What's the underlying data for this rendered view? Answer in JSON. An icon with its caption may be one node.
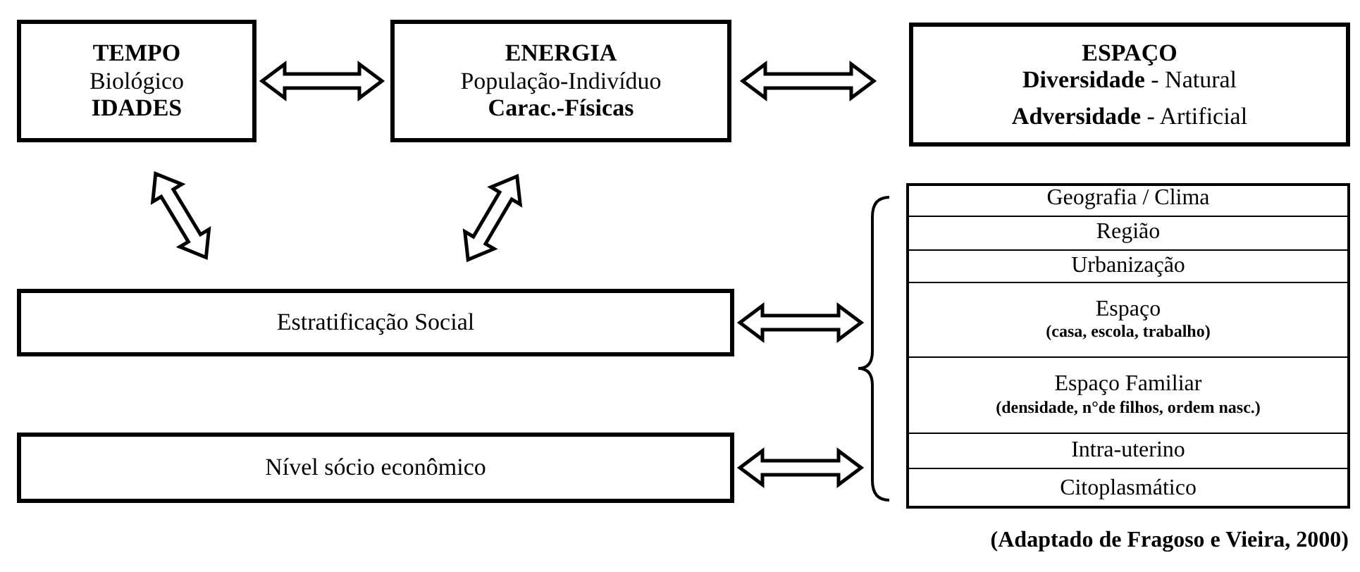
{
  "diagram": {
    "caption": "(Adaptado de Fragoso e Vieira, 2000)",
    "nodes": [
      {
        "text": [
          "TEMPO",
          "Biológico",
          "IDADES"
        ]
      },
      {
        "text": [
          "ENERGIA",
          "População-Indivíduo",
          "Carac.-Físicas"
        ]
      },
      {
        "text": [
          "ESPAÇO",
          "**Diversidade** - Natural",
          "**Adversidade** - Artificial"
        ]
      },
      {
        "text": [
          "Estratificação Social"
        ]
      },
      {
        "text": [
          "Nível sócio econômico"
        ]
      },
      {
        "text": [],
        "shape": "box"
      },
      {
        "text": [
          "Geografia / Clima"
        ],
        "in": 5
      },
      {
        "text": [
          "Região"
        ],
        "in": 5
      },
      {
        "text": [
          "Urbanização"
        ],
        "in": 5
      },
      {
        "text": [
          "Espaço",
          "(casa, escola, trabalho)"
        ],
        "in": 5
      },
      {
        "text": [
          "Espaço Familiar",
          "(densidade, n°de filhos, ordem nasc.)"
        ],
        "in": 5
      },
      {
        "text": [
          "Intra-uterino"
        ],
        "in": 5
      },
      {
        "text": [
          "Citoplasmático"
        ],
        "in": 5
      }
    ],
    "edges": [
      {
        "from": 0,
        "to": 1,
        "arrow": "both"
      },
      {
        "from": 1,
        "to": 2,
        "arrow": "both"
      },
      {
        "from": 0,
        "to": 3,
        "arrow": "both"
      },
      {
        "from": 1,
        "to": 3,
        "arrow": "both"
      },
      {
        "from": 3,
        "to": 5,
        "arrow": "both"
      },
      {
        "from": 4,
        "to": 5,
        "arrow": "both"
      }
    ]
  }
}
